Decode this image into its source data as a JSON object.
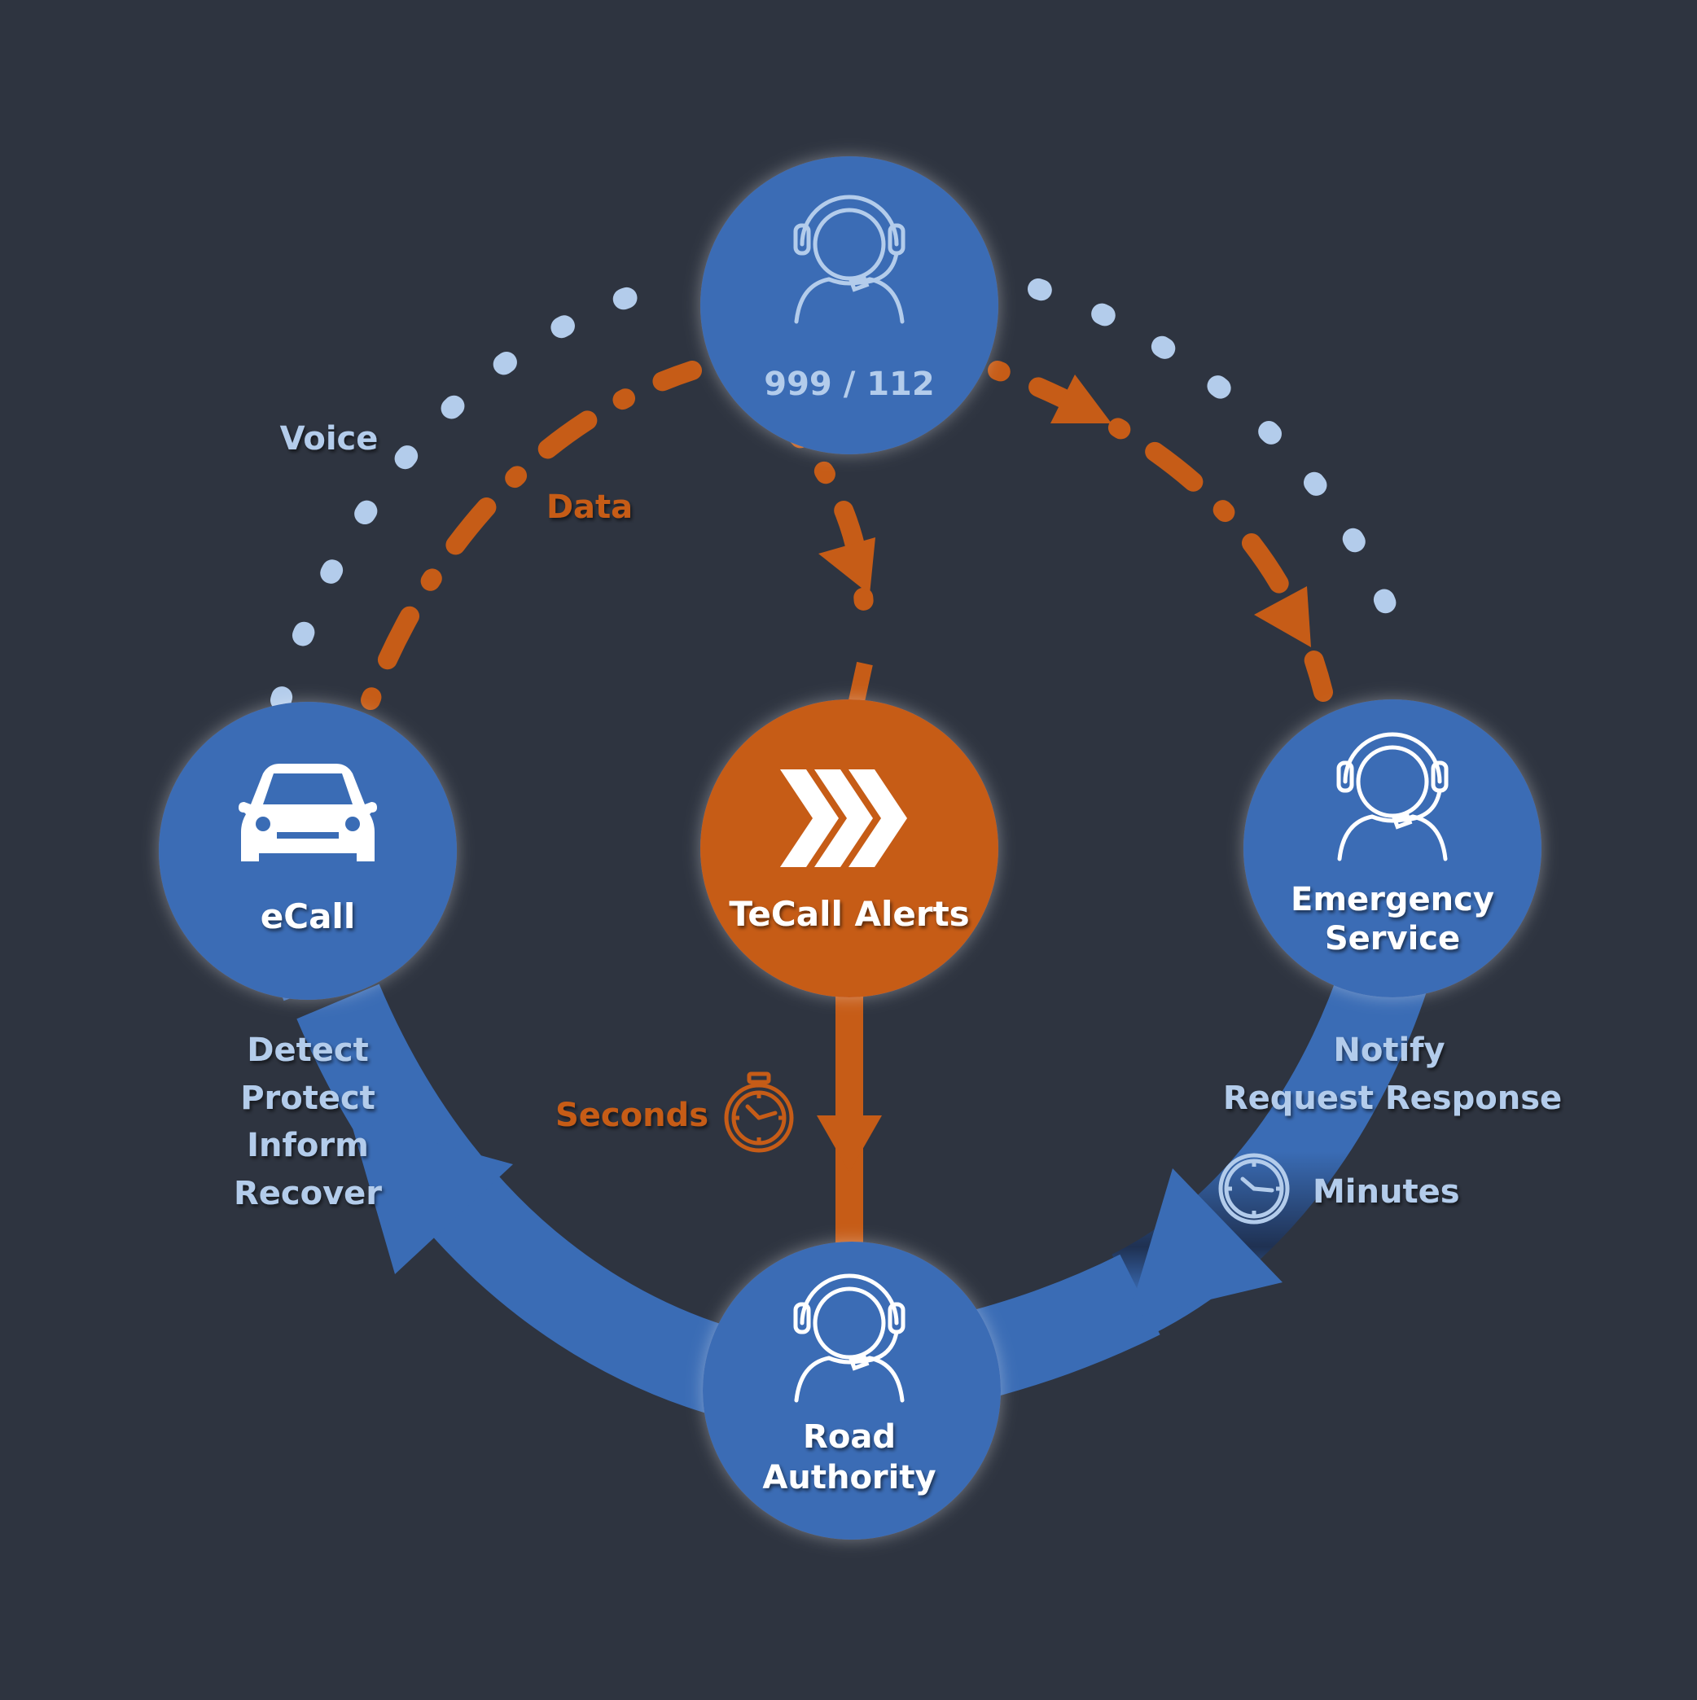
{
  "nodes": {
    "dispatch": {
      "label": "999 / 112",
      "icon": "operator-headset-icon"
    },
    "ecall": {
      "label": "eCall",
      "icon": "car-icon"
    },
    "tecall": {
      "label": "TeCall Alerts",
      "icon": "chevrons-right-icon"
    },
    "emergency": {
      "line1": "Emergency",
      "line2": "Service",
      "icon": "operator-headset-icon"
    },
    "road": {
      "line1": "Road",
      "line2": "Authority",
      "icon": "operator-headset-icon"
    }
  },
  "labels": {
    "voice": "Voice",
    "data": "Data",
    "seconds": "Seconds",
    "minutes": "Minutes",
    "left_steps": [
      "Detect",
      "Protect",
      "Inform",
      "Recover"
    ],
    "right_steps": [
      "Notify",
      "Request Response"
    ]
  },
  "colors": {
    "background": "#2e3440",
    "node_blue": "#3a6cb5",
    "orange": "#c65c17",
    "voice_dots": "#b3cceb",
    "label_blue": "#b3cceb",
    "white": "#ffffff"
  }
}
